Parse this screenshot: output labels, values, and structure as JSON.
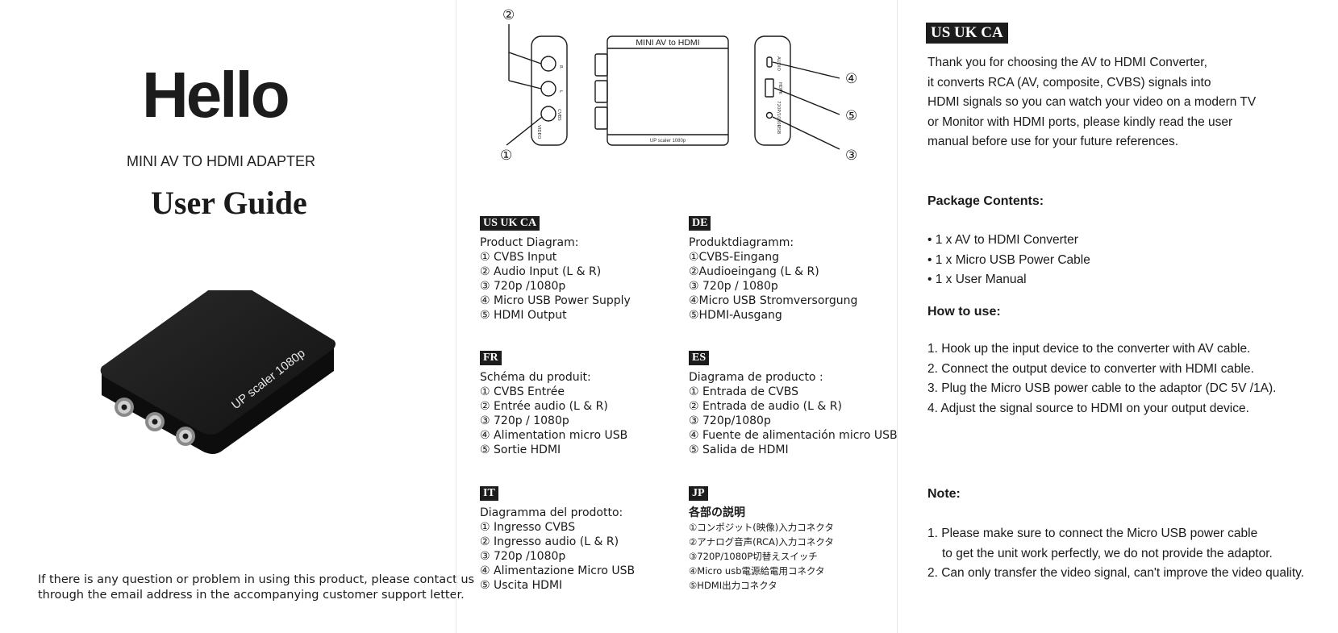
{
  "cover": {
    "hello": "Hello",
    "subtitle": "MINI AV TO HDMI ADAPTER",
    "guide_title": "User Guide",
    "device_label": "UP scaler 1080p",
    "contact_lines": [
      "If there is any question or problem in using this product, please contact us",
      "through the email address in the accompanying customer support letter."
    ]
  },
  "diagram": {
    "box_label": "MINI AV to HDMI",
    "box_bottom_label": "UP scaler 1080p",
    "callouts": [
      "①",
      "②",
      "③",
      "④",
      "⑤"
    ],
    "left_port_labels": [
      "R",
      "L",
      "CVBS",
      "VIDEO"
    ],
    "right_port_labels": [
      "AUDIO",
      "HDMI",
      "720P/1080P",
      "USB"
    ]
  },
  "languages": {
    "us": {
      "tag": "US UK CA",
      "heading": "Product Diagram:",
      "items": [
        "① CVBS Input",
        "② Audio Input (L & R)",
        "③ 720p /1080p",
        "④ Micro USB Power Supply",
        "⑤ HDMI Output"
      ]
    },
    "de": {
      "tag": "DE",
      "heading": "Produktdiagramm:",
      "items": [
        "①CVBS-Eingang",
        "②Audioeingang (L & R)",
        "③ 720p / 1080p",
        "④Micro USB Stromversorgung",
        "⑤HDMI-Ausgang"
      ]
    },
    "fr": {
      "tag": "FR",
      "heading": "Schéma du produit:",
      "items": [
        "① CVBS Entrée",
        "② Entrée audio (L & R)",
        "③ 720p / 1080p",
        "④ Alimentation micro USB",
        "⑤ Sortie HDMI"
      ]
    },
    "es": {
      "tag": "ES",
      "heading": "Diagrama de producto :",
      "items": [
        "① Entrada de CVBS",
        "② Entrada de audio (L & R)",
        "③ 720p/1080p",
        "④ Fuente de alimentación micro USB",
        "⑤ Salida de HDMI"
      ]
    },
    "it": {
      "tag": "IT",
      "heading": "Diagramma del prodotto:",
      "items": [
        "① Ingresso CVBS",
        "② Ingresso audio (L & R)",
        "③ 720p /1080p",
        "④ Alimentazione Micro USB",
        "⑤ Uscita HDMI"
      ]
    },
    "jp": {
      "tag": "JP",
      "heading": "各部の説明",
      "items": [
        "①コンポジット(映像)入力コネクタ",
        "②アナログ音声(RCA)入力コネクタ",
        "③720P/1080P切替えスイッチ",
        "④Micro usb電源給電用コネクタ",
        "⑤HDMI出力コネクタ"
      ]
    }
  },
  "right_panel": {
    "tag": "US UK CA",
    "intro_lines": [
      "Thank you for choosing the AV to HDMI Converter,",
      "it converts RCA (AV, composite, CVBS) signals into",
      "HDMI signals so you can watch your video on a modern TV",
      "or Monitor with HDMI ports, please kindly read the user",
      "manual before use for your future references."
    ],
    "package_title": "Package Contents:",
    "package_items": [
      "• 1 x AV to HDMI Converter",
      "• 1 x Micro USB Power Cable",
      "• 1 x User Manual"
    ],
    "howto_title": "How to use:",
    "howto_items": [
      "1. Hook up the input device to the converter with AV cable.",
      "2. Connect the output device to converter with HDMI cable.",
      "3. Plug the Micro USB power cable to the adaptor (DC 5V /1A).",
      "4. Adjust the signal source to HDMI on your output device."
    ],
    "note_title": "Note:",
    "note_lines": [
      "1. Please make sure to connect the Micro USB power cable",
      "to get the unit work perfectly, we do not provide the adaptor.",
      "2. Can only transfer the video signal, can't improve the video quality."
    ]
  }
}
